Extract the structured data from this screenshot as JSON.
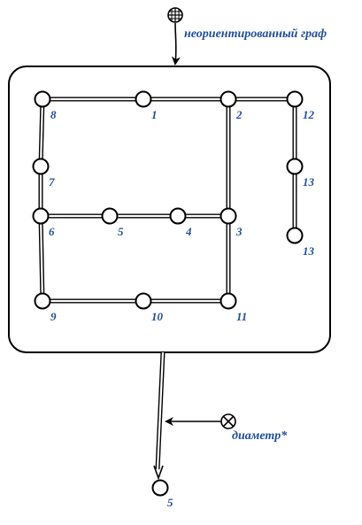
{
  "input": {
    "icon": "grid-sphere-icon",
    "label": "неориентированный граф"
  },
  "graph": {
    "nodes": [
      {
        "id": "n8",
        "label": "8"
      },
      {
        "id": "n1",
        "label": "1"
      },
      {
        "id": "n2",
        "label": "2"
      },
      {
        "id": "n12",
        "label": "12"
      },
      {
        "id": "n7",
        "label": "7"
      },
      {
        "id": "n13a",
        "label": "13"
      },
      {
        "id": "n6",
        "label": "6"
      },
      {
        "id": "n5",
        "label": "5"
      },
      {
        "id": "n4",
        "label": "4"
      },
      {
        "id": "n3",
        "label": "3"
      },
      {
        "id": "n13b",
        "label": "13"
      },
      {
        "id": "n9",
        "label": "9"
      },
      {
        "id": "n10",
        "label": "10"
      },
      {
        "id": "n11",
        "label": "11"
      }
    ],
    "edges": [
      [
        "n8",
        "n1"
      ],
      [
        "n1",
        "n2"
      ],
      [
        "n2",
        "n12"
      ],
      [
        "n8",
        "n7"
      ],
      [
        "n7",
        "n6"
      ],
      [
        "n6",
        "n5"
      ],
      [
        "n5",
        "n4"
      ],
      [
        "n4",
        "n3"
      ],
      [
        "n2",
        "n3"
      ],
      [
        "n12",
        "n13a"
      ],
      [
        "n13a",
        "n13b"
      ],
      [
        "n6",
        "n9"
      ],
      [
        "n9",
        "n10"
      ],
      [
        "n10",
        "n11"
      ],
      [
        "n3",
        "n11"
      ]
    ]
  },
  "operator": {
    "icon": "circle-cross-icon",
    "label": "диаметр*"
  },
  "result": {
    "label": "5"
  }
}
